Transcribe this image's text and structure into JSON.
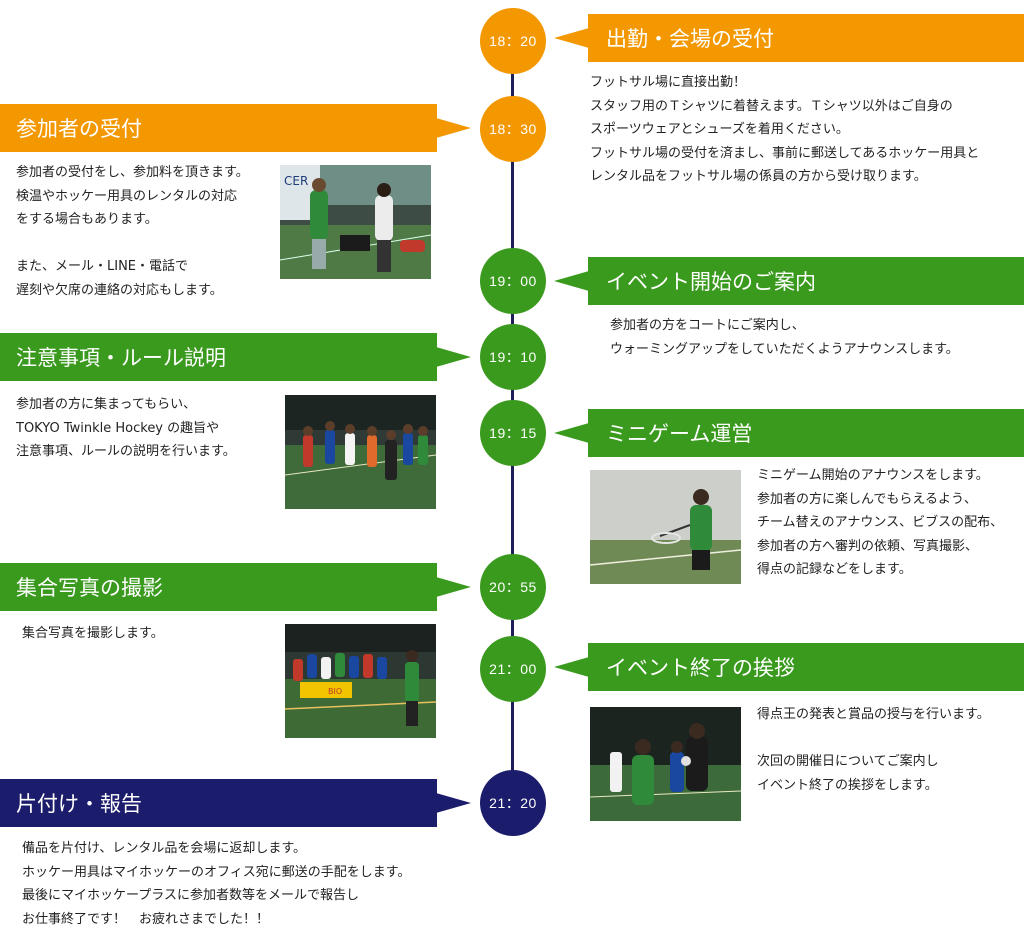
{
  "timeline": [
    {
      "time": "18：20",
      "title": "出勤・会場の受付",
      "desc": [
        "フットサル場に直接出勤！",
        "スタッフ用のＴシャツに着替えます。Ｔシャツ以外はご自身の",
        "スポーツウェアとシューズを着用ください。",
        "",
        "フットサル場の受付を済まし、事前に郵送してあるホッケー用具と",
        "レンタル品をフットサル場の係員の方から受け取ります。"
      ]
    },
    {
      "time": "18：30",
      "title": "参加者の受付",
      "desc": [
        "参加者の受付をし、参加料を頂きます。",
        "検温やホッケー用具のレンタルの対応",
        "をする場合もあります。",
        "",
        "また、メール・LINE・電話で",
        "遅刻や欠席の連絡の対応もします。"
      ]
    },
    {
      "time": "19：00",
      "title": "イベント開始のご案内",
      "desc": [
        "参加者の方をコートにご案内し、",
        "ウォーミングアップをしていただくようアナウンスします。"
      ]
    },
    {
      "time": "19：10",
      "title": "注意事項・ルール説明",
      "desc": [
        "参加者の方に集まってもらい、",
        "TOKYO Twinkle Hockey の趣旨や",
        "注意事項、ルールの説明を行います。"
      ]
    },
    {
      "time": "19：15",
      "title": "ミニゲーム運営",
      "desc": [
        "ミニゲーム開始のアナウンスをします。",
        "参加者の方に楽しんでもらえるよう、",
        "チーム替えのアナウンス、ビブスの配布、",
        "参加者の方へ審判の依頼、写真撮影、",
        "得点の記録などをします。"
      ]
    },
    {
      "time": "20：55",
      "title": "集合写真の撮影",
      "desc": [
        "集合写真を撮影します。"
      ]
    },
    {
      "time": "21：00",
      "title": "イベント終了の挨拶",
      "desc": [
        "得点王の発表と賞品の授与を行います。",
        "",
        "次回の開催日についてご案内し",
        "イベント終了の挨拶をします。"
      ]
    },
    {
      "time": "21：20",
      "title": "片付け・報告",
      "desc": [
        "備品を片付け、レンタル品を会場に返却します。",
        "ホッケー用具はマイホッケーのオフィス宛に郵送の手配をします。",
        "最後にマイホッケープラスに参加者数等をメールで報告し",
        "お仕事終了です！　お疲れさまでした！！"
      ]
    }
  ],
  "photo_signs": {
    "cerezo": "CER",
    "banner_a": "BIO"
  },
  "colors": {
    "orange": "#f39800",
    "green": "#3a9a1e",
    "navy": "#1b1c6b",
    "spine": "#1e1e5a"
  }
}
